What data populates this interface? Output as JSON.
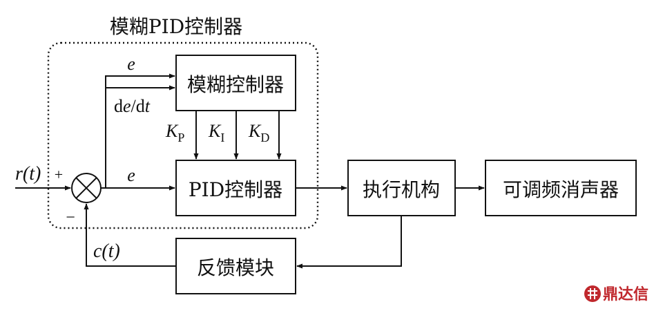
{
  "diagram": {
    "group_label": "模糊PID控制器",
    "blocks": {
      "fuzzy_controller": "模糊控制器",
      "pid_controller": "PID控制器",
      "actuator": "执行机构",
      "muffler": "可调频消声器",
      "feedback": "反馈模块"
    },
    "signals": {
      "input": "r(t)",
      "output_feedback": "c(t)",
      "error_top": "e",
      "error_mid": "e",
      "derivative_d1": "d",
      "derivative_e": "e",
      "derivative_slash": "/",
      "derivative_d2": "d",
      "derivative_t": "t"
    },
    "gains": [
      {
        "symbol": "K",
        "subscript": "P"
      },
      {
        "symbol": "K",
        "subscript": "I"
      },
      {
        "symbol": "K",
        "subscript": "D"
      }
    ],
    "summing_signs": {
      "plus": "+",
      "minus": "−"
    }
  },
  "watermark": {
    "text": "鼎达信",
    "color": "#c0282d"
  }
}
